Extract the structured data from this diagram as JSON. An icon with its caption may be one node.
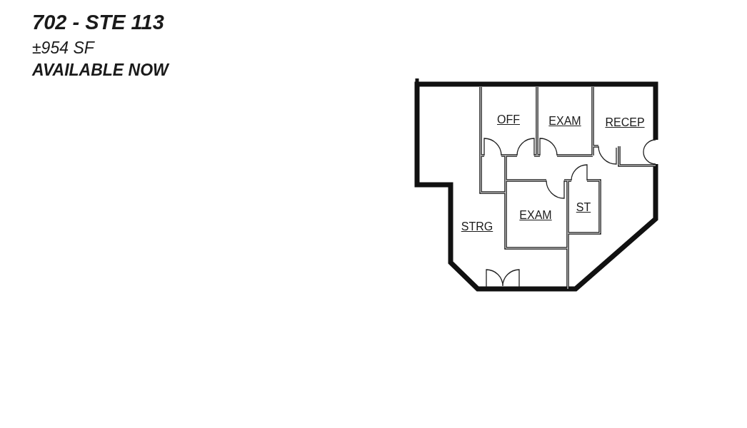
{
  "diagram": {
    "title": "702 - STE 113",
    "labels": [
      "±954 SF",
      "AVAILABLE NOW",
      "OFF",
      "EXAM",
      "RECEP",
      "EXAM",
      "ST",
      "STRG"
    ]
  }
}
